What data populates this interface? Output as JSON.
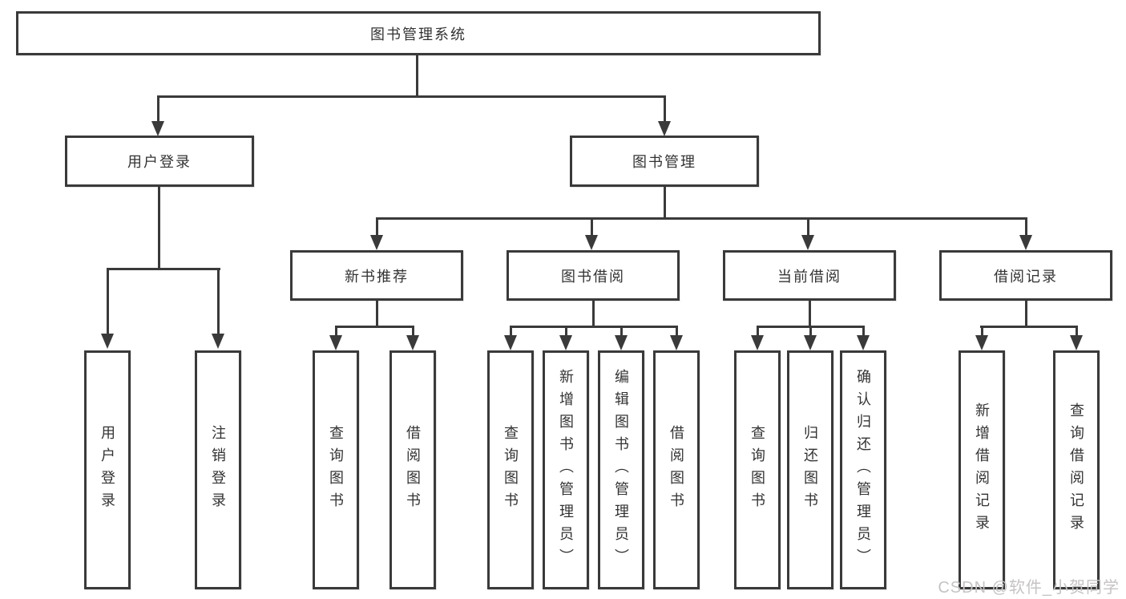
{
  "tree": {
    "root": {
      "label": "图书管理系统",
      "children": [
        {
          "label": "用户登录",
          "children": [
            {
              "label": "用户登录"
            },
            {
              "label": "注销登录"
            }
          ]
        },
        {
          "label": "图书管理",
          "children": [
            {
              "label": "新书推荐",
              "children": [
                {
                  "label": "查询图书"
                },
                {
                  "label": "借阅图书"
                }
              ]
            },
            {
              "label": "图书借阅",
              "children": [
                {
                  "label": "查询图书"
                },
                {
                  "label": "新增图书（管理员）"
                },
                {
                  "label": "编辑图书（管理员）"
                },
                {
                  "label": "借阅图书"
                }
              ]
            },
            {
              "label": "当前借阅",
              "children": [
                {
                  "label": "查询图书"
                },
                {
                  "label": "归还图书"
                },
                {
                  "label": "确认归还（管理员）"
                }
              ]
            },
            {
              "label": "借阅记录",
              "children": [
                {
                  "label": "新增借阅记录"
                },
                {
                  "label": "查询借阅记录"
                }
              ]
            }
          ]
        }
      ]
    }
  },
  "watermark": {
    "text": "CSDN @软件_小贺同学"
  },
  "colors": {
    "line": "#3a3a3a",
    "text": "#333333",
    "watermark": "#c6c3c3",
    "background": "#ffffff"
  }
}
